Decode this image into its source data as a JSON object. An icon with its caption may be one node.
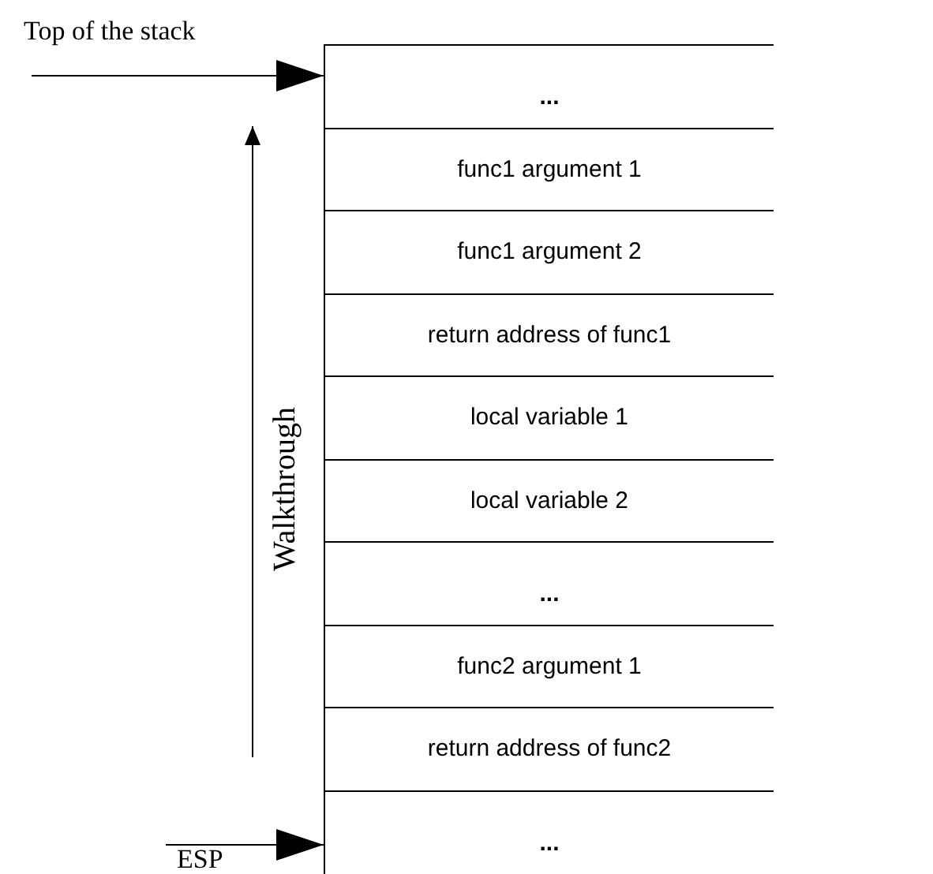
{
  "diagram": {
    "nodes": [
      {
        "text": [
          "Top of the stack"
        ]
      },
      {
        "text": [
          "..."
        ]
      },
      {
        "text": [
          "func1 argument 1"
        ]
      },
      {
        "text": [
          "func1 argument 2"
        ]
      },
      {
        "text": [
          "return address of func1"
        ]
      },
      {
        "text": [
          "local variable 1"
        ]
      },
      {
        "text": [
          "local variable 2"
        ]
      },
      {
        "text": [
          "..."
        ]
      },
      {
        "text": [
          "func2 argument 1"
        ]
      },
      {
        "text": [
          "return address of func2"
        ]
      },
      {
        "text": [
          "..."
        ]
      },
      {
        "text": [
          "ESP"
        ]
      }
    ],
    "edges": [
      {
        "from": 0,
        "to": 1,
        "arrow": "to"
      },
      {
        "from": 11,
        "to": 10,
        "arrow": "to"
      }
    ],
    "labels": [
      "Walkthrough"
    ]
  }
}
